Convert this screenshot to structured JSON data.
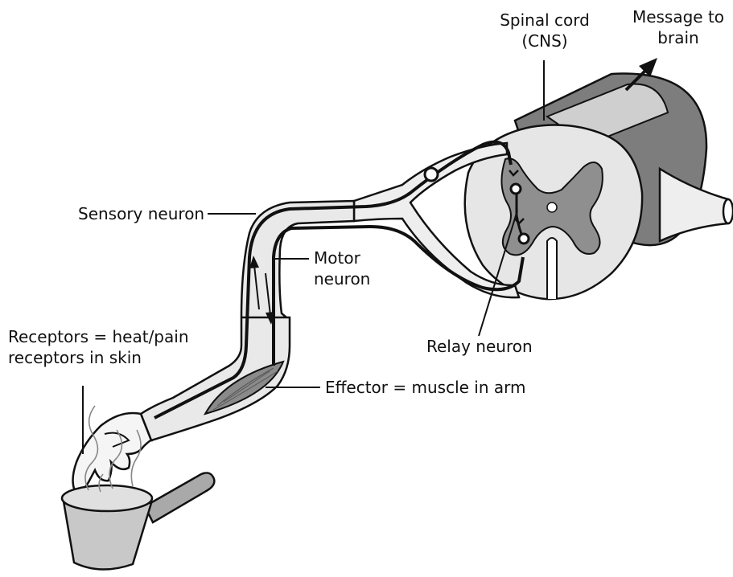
{
  "labels": {
    "spinal_cord_line1": "Spinal cord",
    "spinal_cord_line2": "(CNS)",
    "message_line1": "Message to",
    "message_line2": "brain",
    "sensory_neuron": "Sensory neuron",
    "motor_line1": "Motor",
    "motor_line2": "neuron",
    "relay_neuron": "Relay neuron",
    "receptors_line1": "Receptors = heat/pain",
    "receptors_line2": "receptors in skin",
    "effector": "Effector = muscle in arm"
  },
  "colors": {
    "outline": "#111111",
    "grey_matter": "#8f8f8f",
    "white_matter": "#e6e6e6",
    "cord_top": "#7d7d7d",
    "limb_fill": "#e9e9e9",
    "muscle": "#8a8a8a",
    "pan": "#c8c8c8"
  }
}
